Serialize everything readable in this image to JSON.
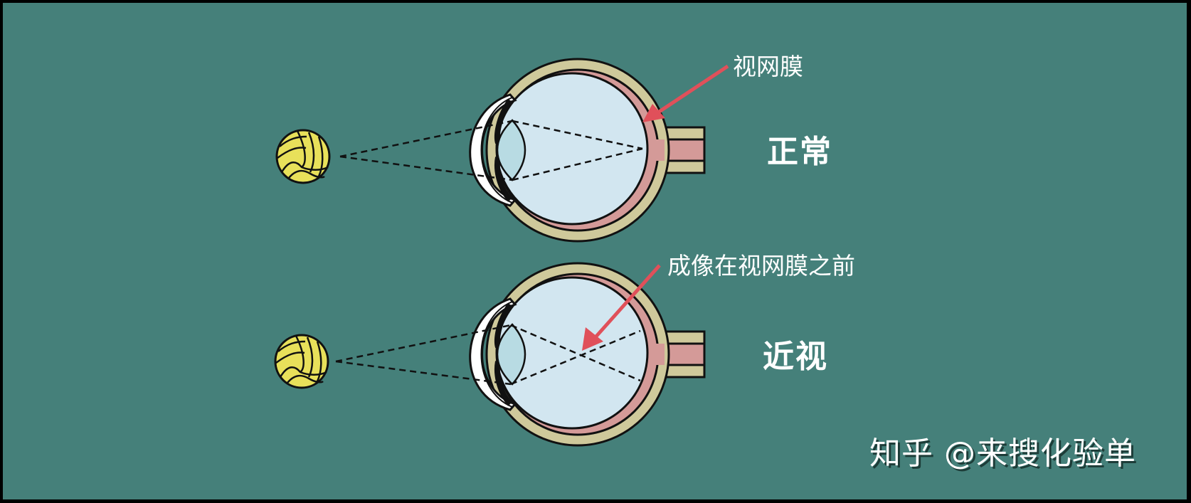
{
  "diagram": {
    "background_color": "#45807a",
    "colors": {
      "sclera": "#cfc99b",
      "choroid_retina": "#d49a98",
      "vitreous": "#d2e6f0",
      "lens": "#b8dbe3",
      "cornea": "#ffffff",
      "ball": "#e8e05a",
      "arrow": "#e0505a",
      "outline": "#111111"
    },
    "panels": [
      {
        "id": "normal",
        "title": "正常",
        "annotation": "视网膜",
        "focus_point": "on retina"
      },
      {
        "id": "myopia",
        "title": "近视",
        "annotation": "成像在视网膜之前",
        "focus_point": "in front of retina"
      }
    ]
  },
  "labels": {
    "normal_title": "正常",
    "normal_annotation": "视网膜",
    "myopia_title": "近视",
    "myopia_annotation": "成像在视网膜之前",
    "watermark": "知乎 @来搜化验单"
  }
}
